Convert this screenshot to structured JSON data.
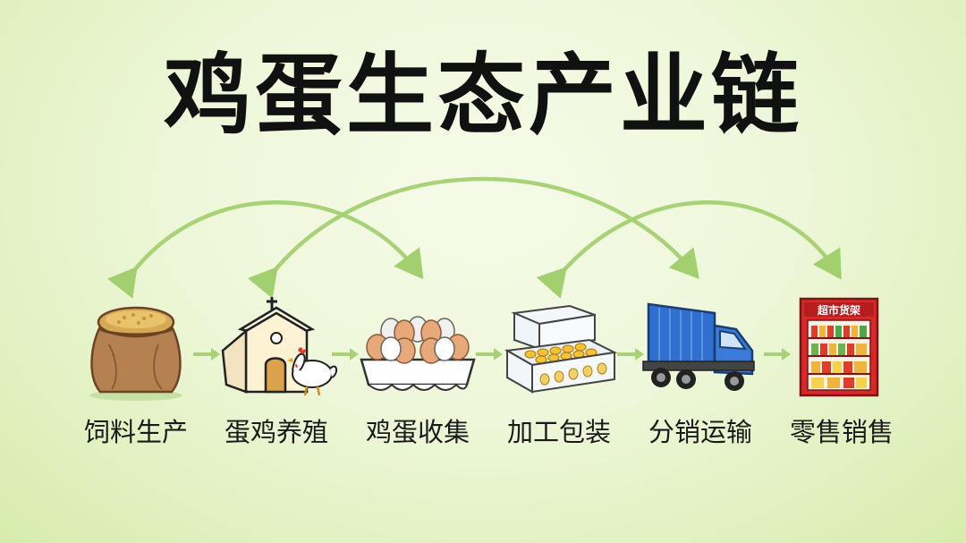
{
  "title": "鸡蛋生态产业链",
  "shelf_sign": "超市货架",
  "stages": [
    {
      "label": "饲料生产",
      "icon": "feed-sack-icon"
    },
    {
      "label": "蛋鸡养殖",
      "icon": "henhouse-icon"
    },
    {
      "label": "鸡蛋收集",
      "icon": "egg-tray-icon"
    },
    {
      "label": "加工包装",
      "icon": "egg-carton-icon"
    },
    {
      "label": "分销运输",
      "icon": "truck-icon"
    },
    {
      "label": "零售销售",
      "icon": "supermarket-shelf-icon"
    }
  ],
  "colors": {
    "arrow": "#9fcf6b",
    "title": "#111111"
  }
}
